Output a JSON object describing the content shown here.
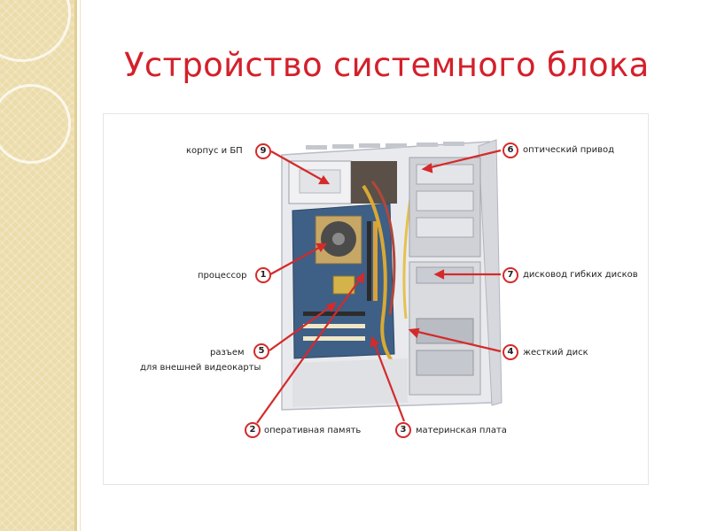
{
  "title": "Устройство системного блока",
  "colors": {
    "title": "#d4202a",
    "callout": "#d52a2a",
    "strip": "#ecdcaa"
  },
  "image_description_icon": "computer-case-photo",
  "callouts": [
    {
      "num": "9",
      "label": "корпус и БП"
    },
    {
      "num": "6",
      "label": "оптический привод"
    },
    {
      "num": "1",
      "label": "процессор"
    },
    {
      "num": "7",
      "label": "дисковод гибких дисков"
    },
    {
      "num": "5",
      "label": "разъем"
    },
    {
      "num": "",
      "label": "для внешней видеокарты"
    },
    {
      "num": "4",
      "label": "жесткий диск"
    },
    {
      "num": "2",
      "label": "оперативная память"
    },
    {
      "num": "3",
      "label": "материнская плата"
    }
  ]
}
